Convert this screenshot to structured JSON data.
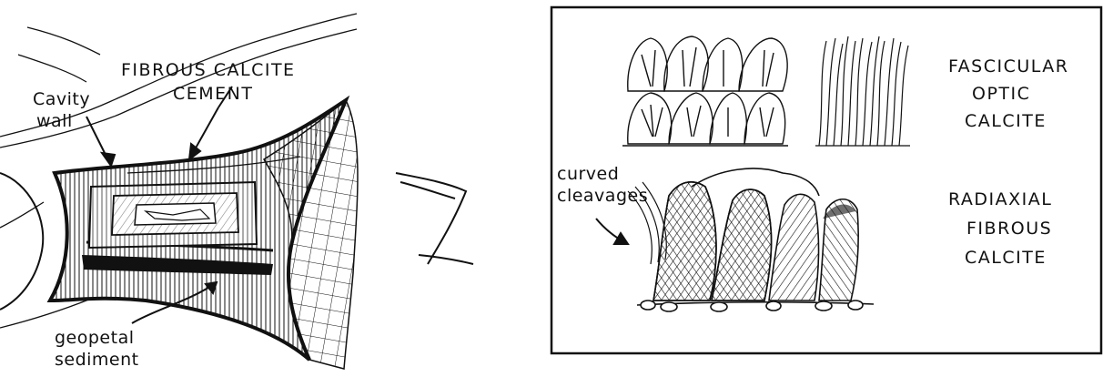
{
  "left_figure": {
    "label_fibrous_line1": "FIBROUS CALCITE",
    "label_fibrous_line2": "CEMENT",
    "label_cavity_line1": "Cavity",
    "label_cavity_line2": "wall",
    "label_geopetal_line1": "geopetal",
    "label_geopetal_line2": "sediment"
  },
  "right_figure": {
    "label_curved_line1": "curved",
    "label_curved_line2": "cleavages",
    "fascicular_line1": "FASCICULAR",
    "fascicular_line2": "OPTIC",
    "fascicular_line3": "CALCITE",
    "radiaxial_line1": "RADIAXIAL",
    "radiaxial_line2": "FIBROUS",
    "radiaxial_line3": "CALCITE"
  },
  "colors": {
    "ink": "#111111",
    "paper": "#ffffff"
  }
}
